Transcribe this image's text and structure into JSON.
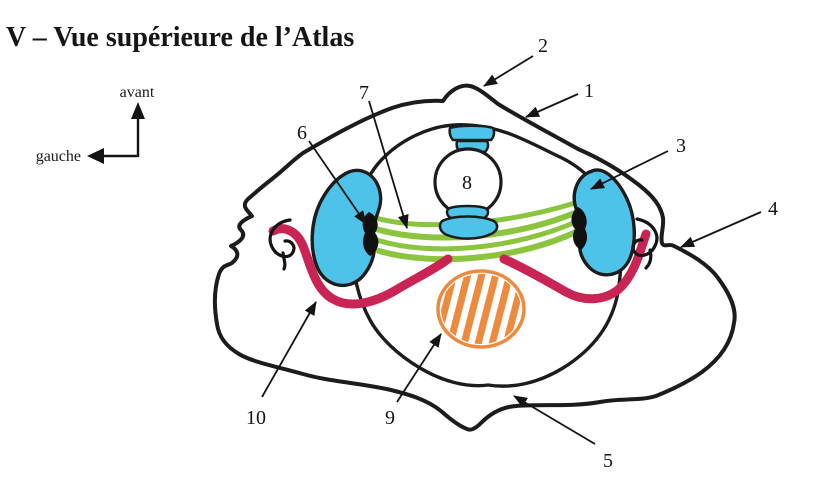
{
  "header": {
    "title": "V – Vue supérieure de l’Atlas"
  },
  "compass": {
    "up_label": "avant",
    "left_label": "gauche"
  },
  "figure": {
    "description_visible_numbers": [
      "1",
      "2",
      "3",
      "4",
      "5",
      "6",
      "7",
      "8",
      "9",
      "10"
    ],
    "dens_label": "8",
    "callouts": {
      "n1": "1",
      "n2": "2",
      "n3": "3",
      "n4": "4",
      "n5": "5",
      "n6": "6",
      "n7": "7",
      "n9": "9",
      "n10": "10"
    }
  },
  "colors": {
    "ink": "#1c1c1c",
    "facet_blue": "#4ec3e9",
    "ligament_green": "#8bc43e",
    "artery_red": "#c92454",
    "cord_orange": "#ed8a3e"
  }
}
